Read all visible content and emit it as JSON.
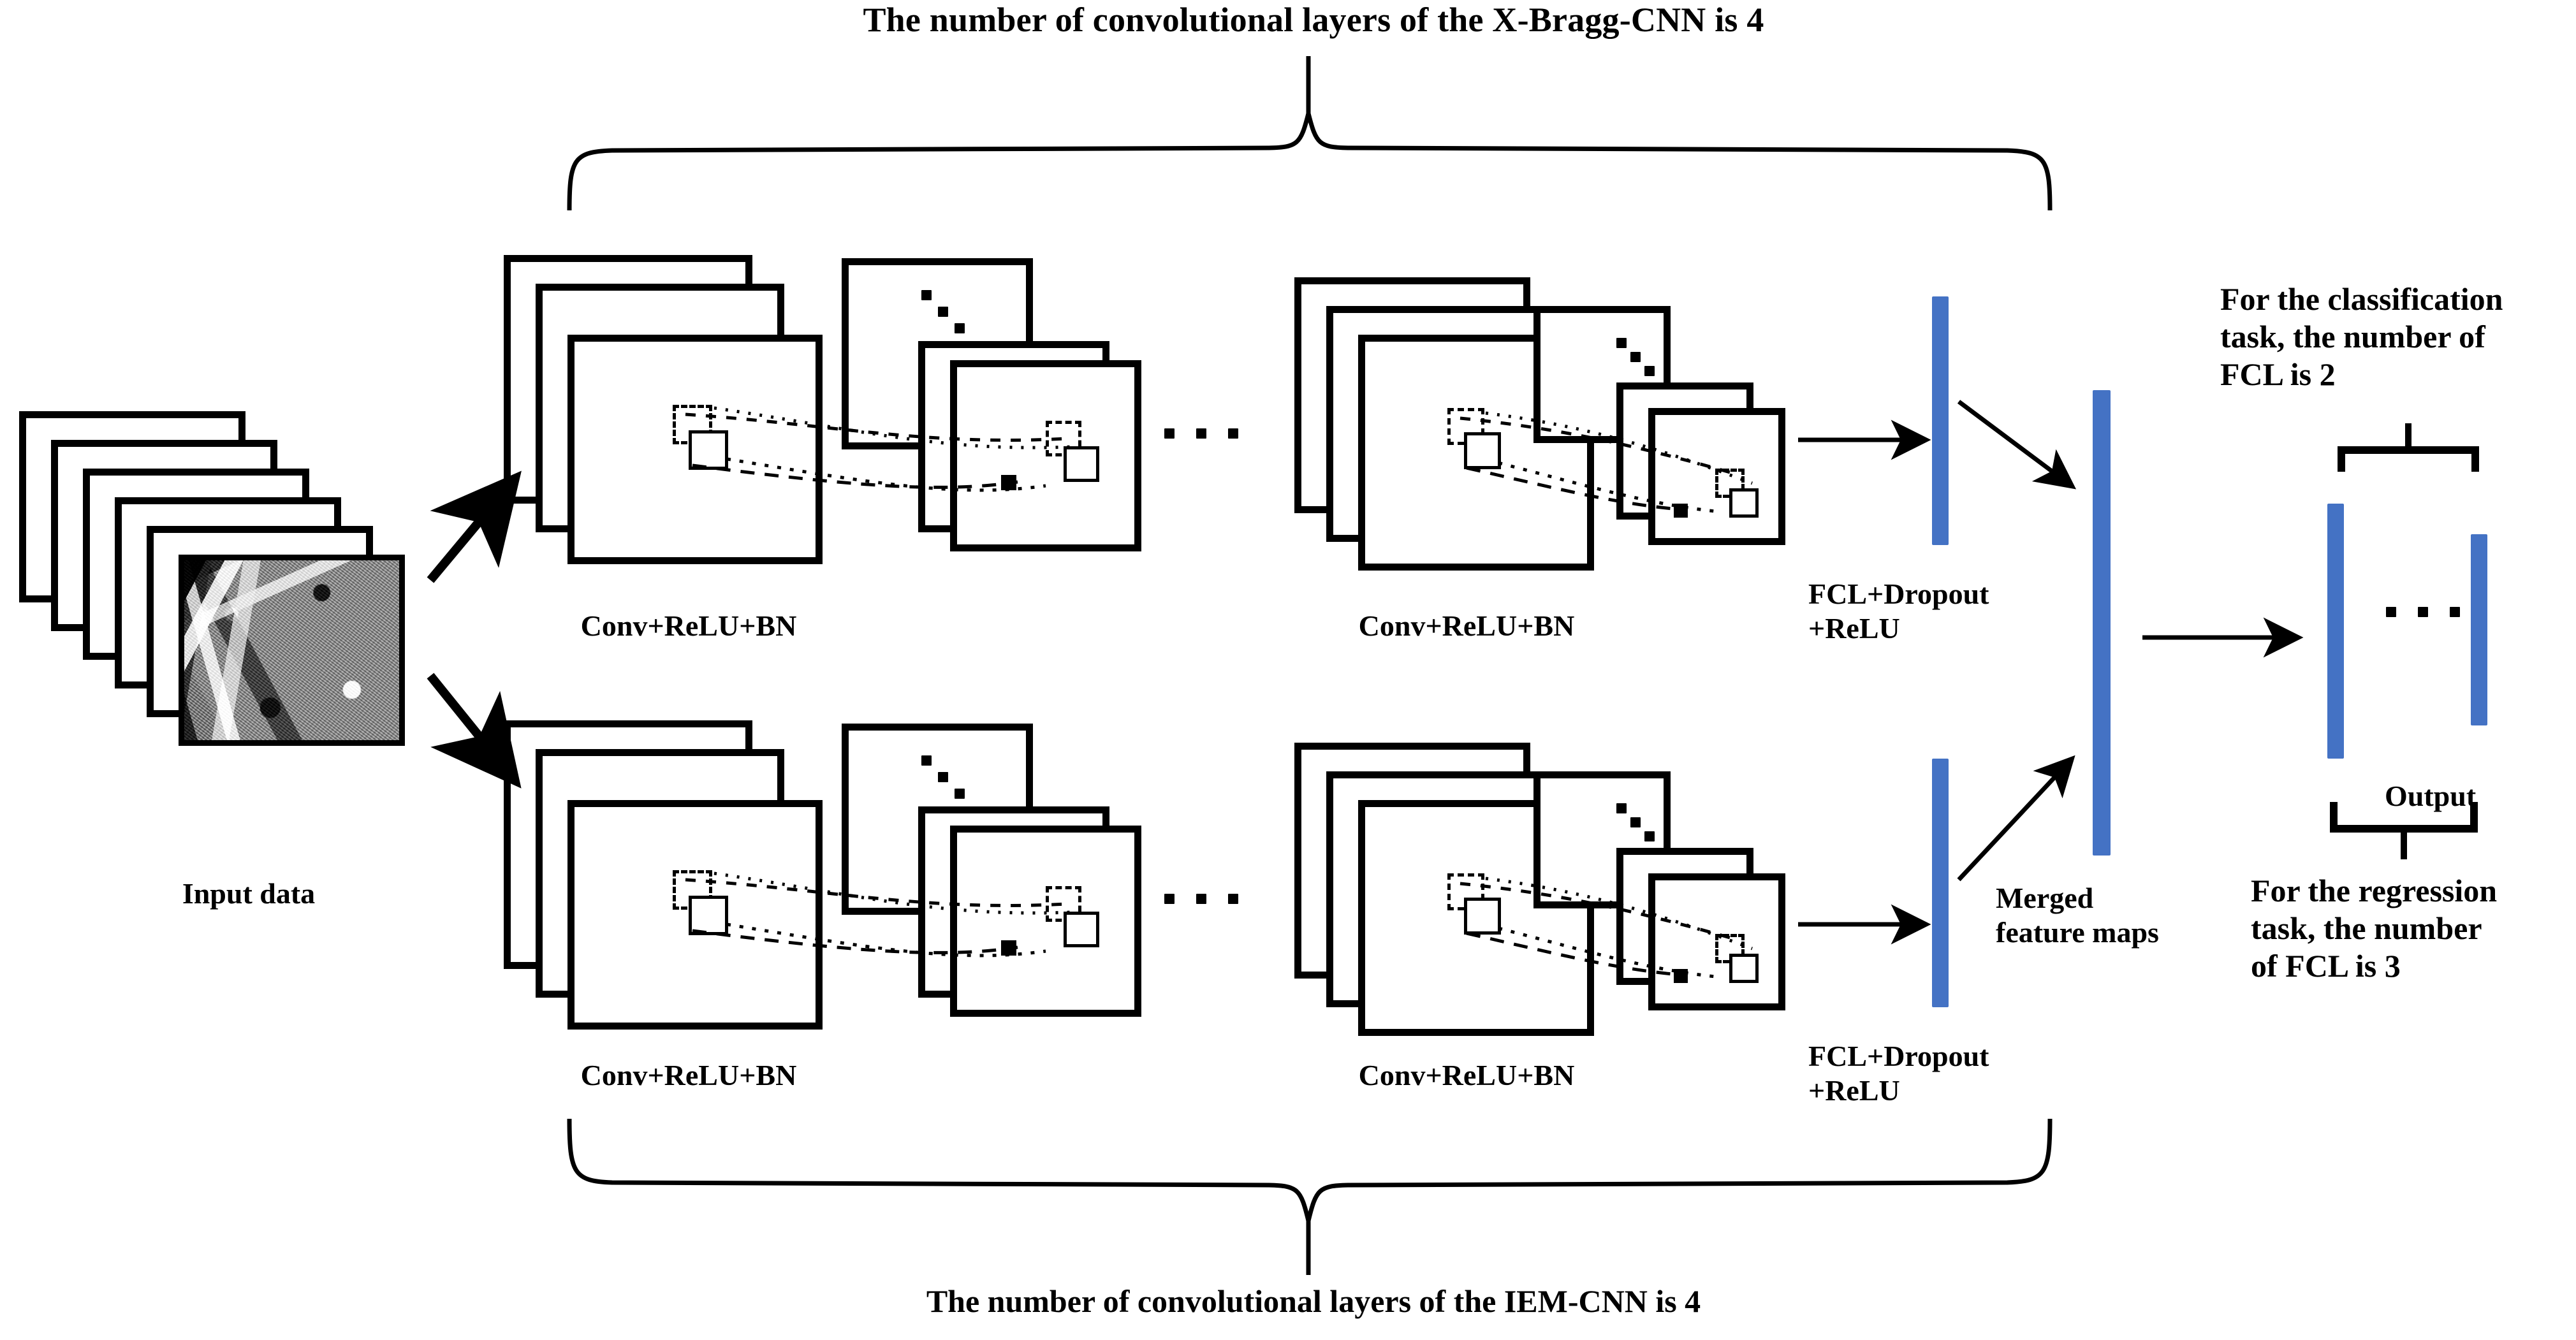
{
  "diagram": {
    "top_title": "The number of convolutional layers of the X-Bragg-CNN is 4",
    "bottom_caption": "The number of convolutional layers of the IEM-CNN is 4",
    "input_label": "Input data",
    "conv_label": "Conv+ReLU+BN",
    "fcl_label": "FCL+Dropout\n+ReLU",
    "merged_label": "Merged\nfeature maps",
    "output_label": "Output",
    "classification_note": "For the classification\ntask, the number of\nFCL  is 2",
    "regression_note": "For the regression\ntask, the number\nof FCL is 3",
    "branches": [
      {
        "name": "X-Bragg-CNN",
        "conv_label_first": "Conv+ReLU+BN",
        "conv_label_last": "Conv+ReLU+BN",
        "fcl_label": "FCL+Dropout\n+ReLU",
        "num_conv_layers": 4
      },
      {
        "name": "IEM-CNN",
        "conv_label_first": "Conv+ReLU+BN",
        "conv_label_last": "Conv+ReLU+BN",
        "fcl_label": "FCL+Dropout\n+ReLU",
        "num_conv_layers": 4
      }
    ],
    "ellipsis": "• • •",
    "colors": {
      "fc_bar": "#4472C4",
      "stroke": "#000000",
      "background": "#FFFFFF"
    }
  }
}
